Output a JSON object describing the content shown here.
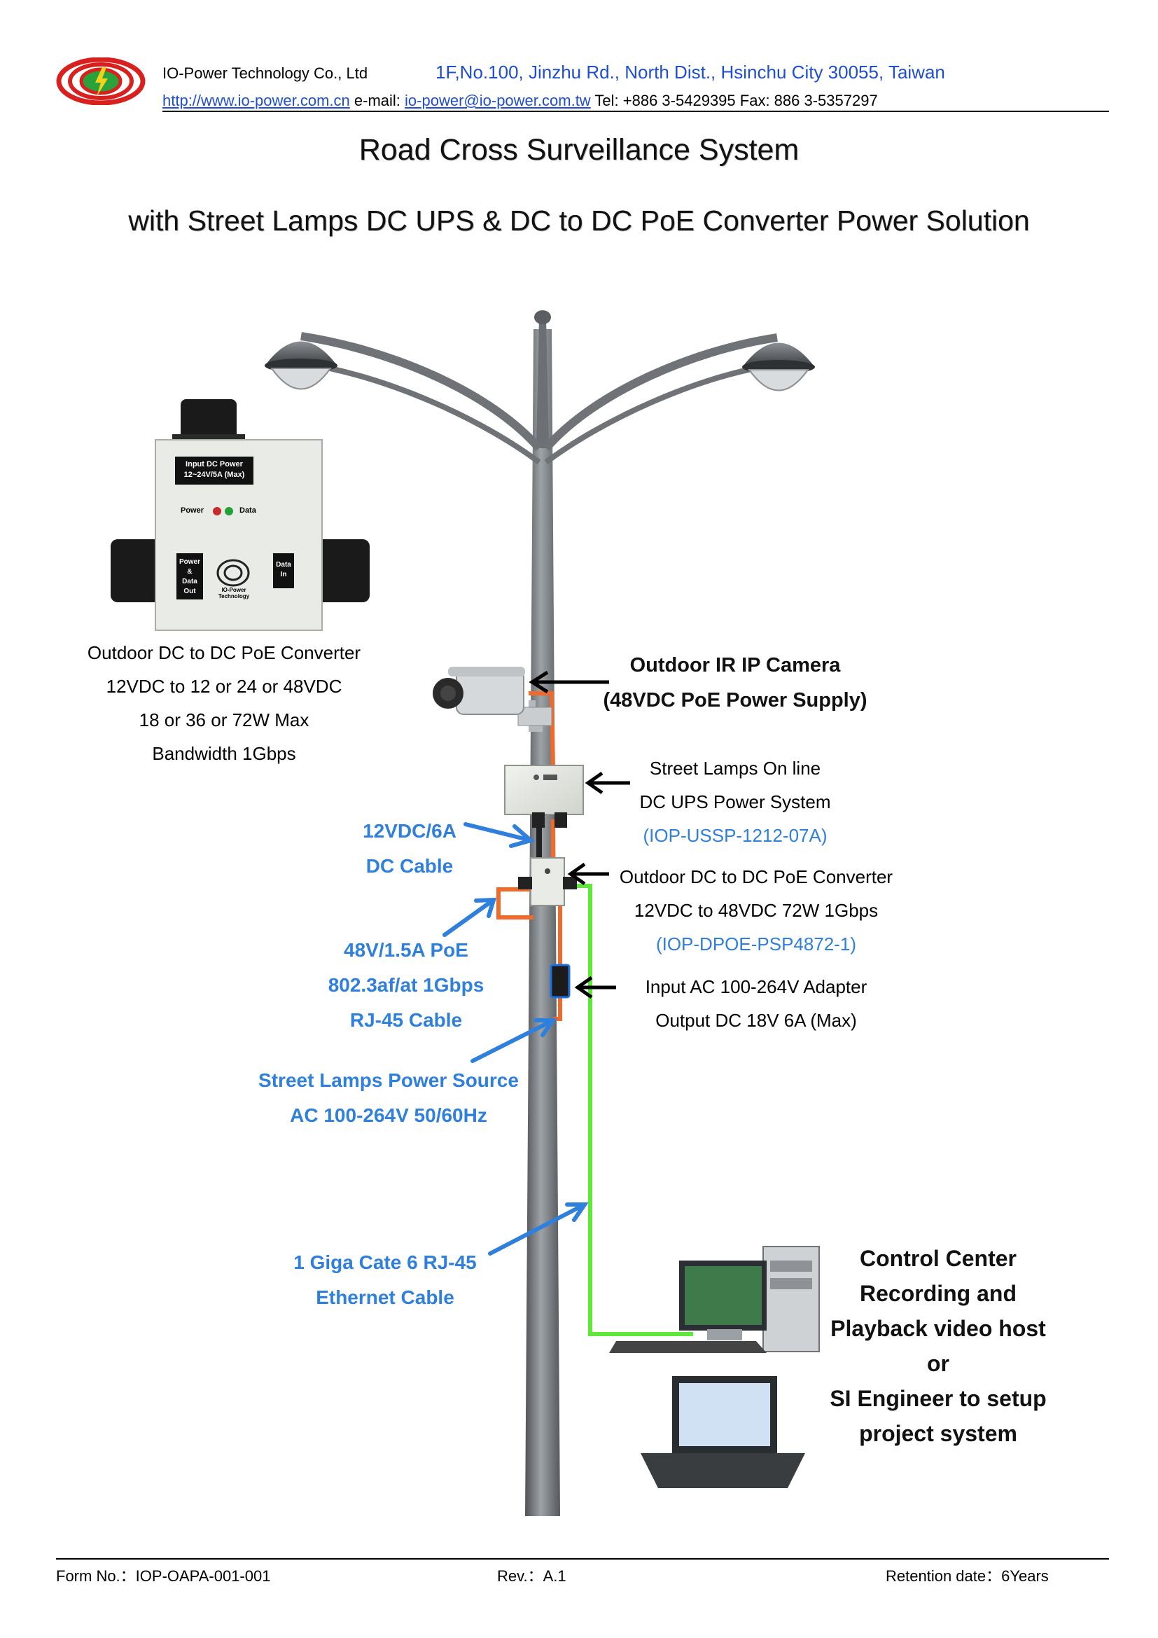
{
  "header": {
    "company": "IO-Power Technology Co., Ltd",
    "address": "1F,No.100, Jinzhu Rd., North Dist., Hsinchu City 30055, Taiwan",
    "website": "http://www.io-power.com.cn",
    "email_label": "e-mail:",
    "email": "io-power@io-power.com.tw",
    "phone": "Tel: +886 3-5429395",
    "fax": "Fax: 886 3-5357297"
  },
  "title": {
    "line1": "Road Cross Surveillance System",
    "line2": "with Street Lamps DC UPS & DC to DC PoE Converter Power Solution"
  },
  "converter_box": {
    "label_input": "Input DC Power",
    "label_input_spec": "12~24V/5A (Max)",
    "led_power": "Power",
    "led_data": "Data",
    "port_left": [
      "Power",
      "&",
      "Data",
      "Out"
    ],
    "port_right": [
      "Data",
      "In"
    ],
    "brand": "IO-Power Technology"
  },
  "left_product": {
    "lines": [
      "Outdoor DC to DC PoE Converter",
      "12VDC to 12 or 24 or 48VDC",
      "18 or 36 or 72W Max",
      "Bandwidth 1Gbps"
    ]
  },
  "camera_label": {
    "lines": [
      "Outdoor IR IP Camera",
      "(48VDC PoE Power Supply)"
    ]
  },
  "ups_label": {
    "lines": [
      "Street Lamps On line",
      "DC UPS Power System"
    ],
    "model": "(IOP-USSP-1212-07A)"
  },
  "poe_converter_label": {
    "lines": [
      "Outdoor DC to DC PoE Converter",
      "12VDC to 48VDC 72W 1Gbps"
    ],
    "model": "(IOP-DPOE-PSP4872-1)"
  },
  "adapter_label": {
    "lines": [
      "Input AC 100-264V Adapter",
      "Output DC 18V 6A (Max)"
    ]
  },
  "blue_labels": {
    "dc_cable": [
      "12VDC/6A",
      "DC Cable"
    ],
    "poe_cable": [
      "48V/1.5A PoE",
      "802.3af/at 1Gbps",
      "RJ-45 Cable"
    ],
    "power_source": [
      "Street Lamps Power Source",
      "AC 100-264V 50/60Hz"
    ],
    "ethernet": [
      "1 Giga Cate 6 RJ-45",
      "Ethernet Cable"
    ]
  },
  "control_center": {
    "lines": [
      "Control Center",
      "Recording and",
      "Playback video host",
      "or",
      "SI Engineer to setup",
      "project system"
    ]
  },
  "footer": {
    "form_no": "Form No.：IOP-OAPA-001-001",
    "rev": "Rev.：A.1",
    "retention": "Retention date：6Years"
  },
  "colors": {
    "accent_blue": "#2f7fdc",
    "cable_orange": "#f06a2a",
    "cable_green": "#5fe83a",
    "pole_gray": "#7d8286"
  }
}
